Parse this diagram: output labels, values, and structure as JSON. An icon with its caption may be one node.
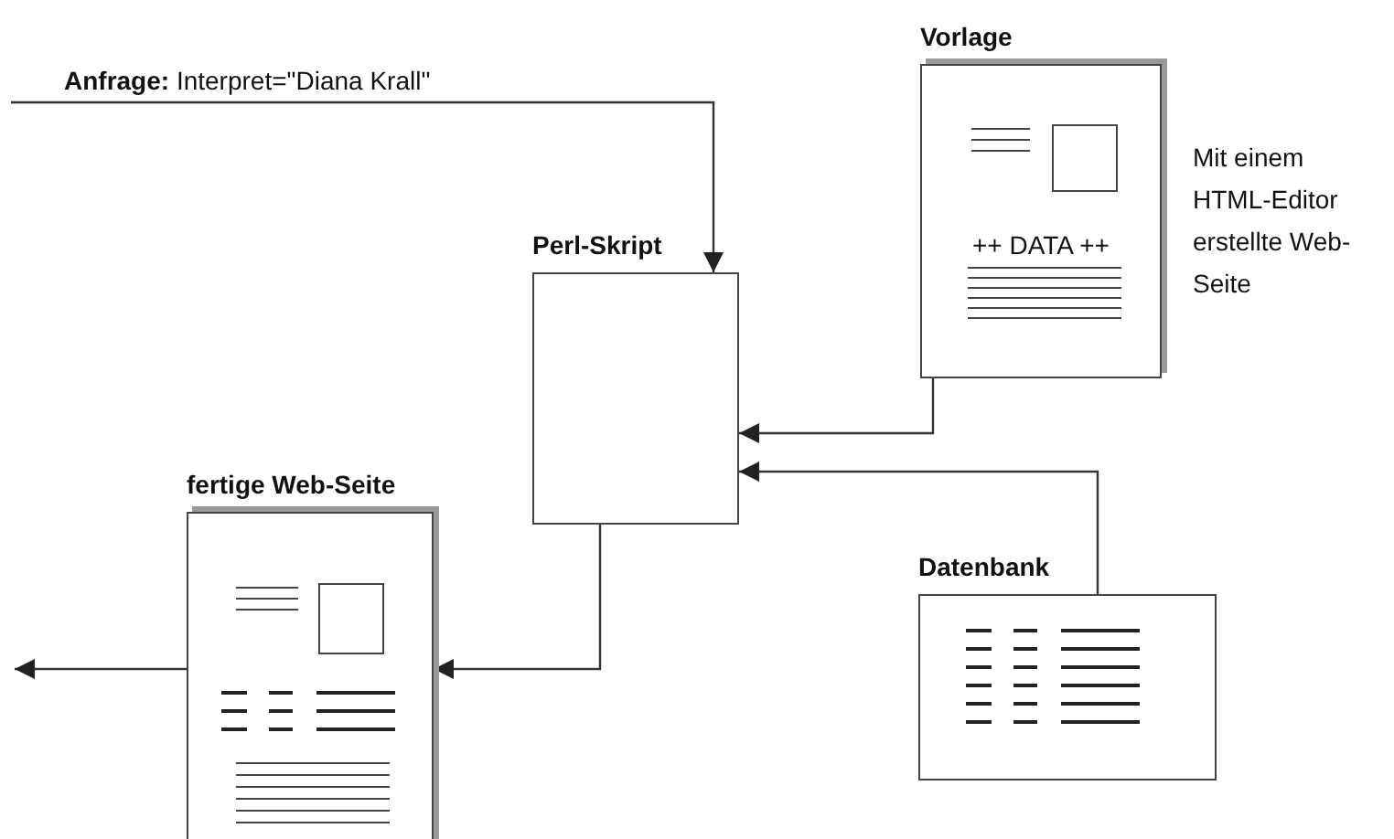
{
  "diagram": {
    "nodes": [
      {
        "text": [
          "Perl-Skript"
        ]
      },
      {
        "text": [
          "Vorlage",
          "++ DATA ++"
        ],
        "beside": [
          "Mit einem HTML-Editor erstellte Web-Seite"
        ]
      },
      {
        "text": [
          "Datenbank"
        ]
      },
      {
        "text": [
          "fertige Web-Seite"
        ]
      }
    ],
    "edges": [
      {
        "from": null,
        "to": 0,
        "arrow": "to",
        "label": "**Anfrage:** Interpret=\"Diana Krall\""
      },
      {
        "from": 1,
        "to": 0,
        "arrow": "to"
      },
      {
        "from": 2,
        "to": 0,
        "arrow": "to"
      },
      {
        "from": 0,
        "to": 3,
        "arrow": "to"
      },
      {
        "from": 3,
        "to": null,
        "arrow": "to"
      }
    ]
  }
}
